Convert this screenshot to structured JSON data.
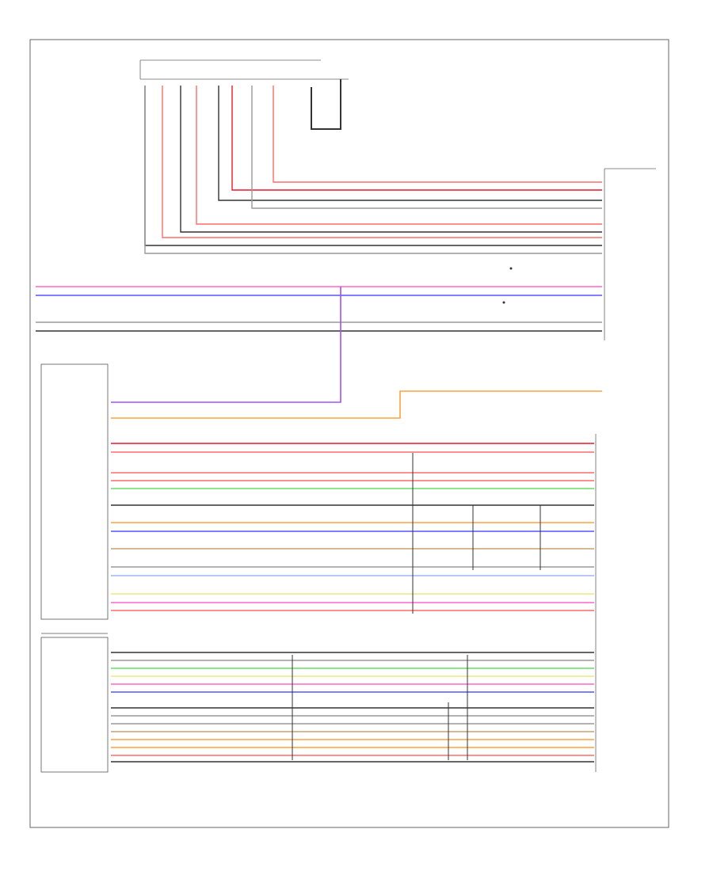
{
  "colors": {
    "red": "#ff6b6b",
    "dark_red": "#e8192c",
    "black": "#333333",
    "gray": "#9a9a9a",
    "pink": "#ff66cc",
    "violet": "#a050ff",
    "blue": "#5555ff",
    "orange": "#ffa040",
    "tan": "#c9a070",
    "green": "#66dd66",
    "light_blue": "#9fb4ff",
    "yellow": "#e8e880",
    "white": "#cccccc"
  },
  "top_wires": [
    {
      "id": "t1",
      "color": "red"
    },
    {
      "id": "t2",
      "color": "dark_red"
    },
    {
      "id": "t3",
      "color": "black"
    },
    {
      "id": "t4",
      "color": "gray"
    },
    {
      "id": "t5",
      "color": "red"
    },
    {
      "id": "t6",
      "color": "black"
    },
    {
      "id": "t7",
      "color": "red"
    },
    {
      "id": "t8",
      "color": "black"
    },
    {
      "id": "t9",
      "color": "gray"
    }
  ],
  "left_mid_wires": [
    {
      "id": "m1",
      "color": "pink"
    },
    {
      "id": "m2",
      "color": "blue"
    },
    {
      "id": "m3",
      "color": "gray"
    },
    {
      "id": "m4",
      "color": "black"
    }
  ],
  "module_wires": [
    {
      "id": "w1",
      "color": "dark_red"
    },
    {
      "id": "w2",
      "color": "red"
    },
    {
      "id": "w3",
      "color": "red"
    },
    {
      "id": "w4",
      "color": "red"
    },
    {
      "id": "w5",
      "color": "green"
    },
    {
      "id": "w6",
      "color": "black"
    },
    {
      "id": "w7",
      "color": "orange"
    },
    {
      "id": "w8",
      "color": "blue"
    },
    {
      "id": "w9",
      "color": "tan"
    },
    {
      "id": "w10",
      "color": "gray"
    },
    {
      "id": "w11",
      "color": "light_blue"
    },
    {
      "id": "w12",
      "color": "yellow"
    },
    {
      "id": "w13",
      "color": "pink"
    },
    {
      "id": "w14",
      "color": "red"
    }
  ],
  "bottom_wires": [
    {
      "id": "b1",
      "color": "black"
    },
    {
      "id": "b2",
      "color": "gray"
    },
    {
      "id": "b3",
      "color": "green"
    },
    {
      "id": "b4",
      "color": "yellow"
    },
    {
      "id": "b5",
      "color": "pink"
    },
    {
      "id": "b6",
      "color": "blue"
    },
    {
      "id": "b7",
      "color": "black"
    },
    {
      "id": "b8",
      "color": "gray"
    },
    {
      "id": "b9",
      "color": "gray"
    },
    {
      "id": "b10",
      "color": "tan"
    },
    {
      "id": "b11",
      "color": "orange"
    },
    {
      "id": "b12",
      "color": "orange"
    },
    {
      "id": "b13",
      "color": "red"
    },
    {
      "id": "b14",
      "color": "black"
    }
  ]
}
